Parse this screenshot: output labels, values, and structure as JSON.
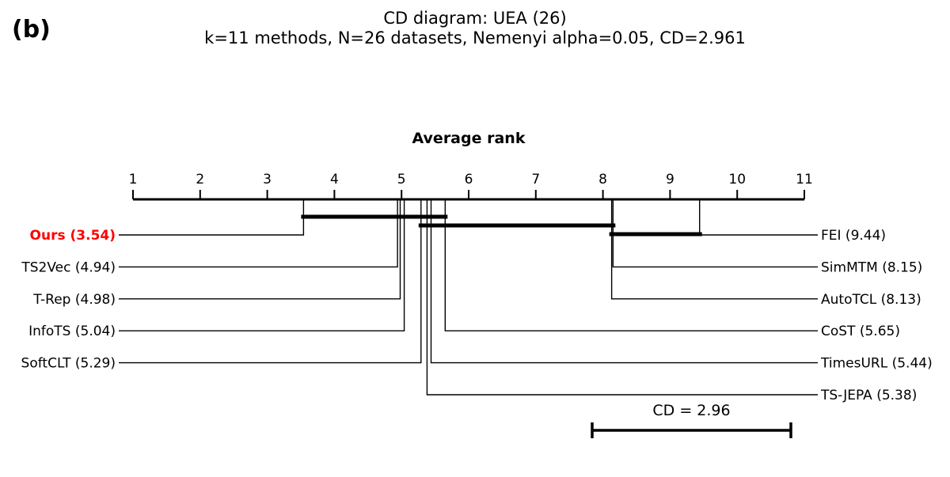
{
  "panel_label": "(b)",
  "chart_data": {
    "type": "cd-diagram",
    "title": "CD diagram: UEA (26)",
    "subtitle": "k=11 methods, N=26 datasets, Nemenyi alpha=0.05, CD=2.961",
    "axis_label": "Average rank",
    "axis_range": [
      1,
      11
    ],
    "ticks": [
      1,
      2,
      3,
      4,
      5,
      6,
      7,
      8,
      9,
      10,
      11
    ],
    "highlight_color": "#ff0000",
    "methods_left": [
      {
        "label": "Ours (3.54)",
        "rank": 3.54,
        "highlight": true
      },
      {
        "label": "TS2Vec (4.94)",
        "rank": 4.94
      },
      {
        "label": "T-Rep (4.98)",
        "rank": 4.98
      },
      {
        "label": "InfoTS (5.04)",
        "rank": 5.04
      },
      {
        "label": "SoftCLT (5.29)",
        "rank": 5.29
      }
    ],
    "methods_right": [
      {
        "label": "FEI (9.44)",
        "rank": 9.44
      },
      {
        "label": "SimMTM (8.15)",
        "rank": 8.15
      },
      {
        "label": "AutoTCL (8.13)",
        "rank": 8.13
      },
      {
        "label": "CoST (5.65)",
        "rank": 5.65
      },
      {
        "label": "TimesURL (5.44)",
        "rank": 5.44
      },
      {
        "label": "TS-JEPA (5.38)",
        "rank": 5.38
      }
    ],
    "cliques": [
      [
        3.54,
        5.65
      ],
      [
        5.29,
        8.15
      ],
      [
        8.13,
        9.44
      ]
    ],
    "cd_value": 2.96,
    "cd_label": "CD = 2.96"
  }
}
